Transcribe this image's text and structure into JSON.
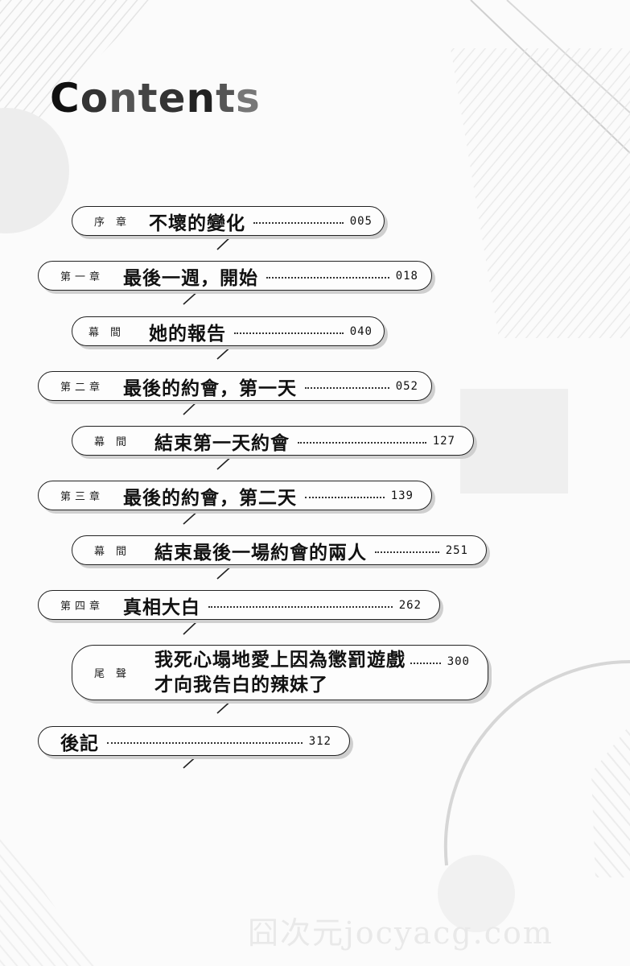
{
  "page": {
    "title_letters": [
      "C",
      "o",
      "n",
      "t",
      "e",
      "n",
      "t",
      "s"
    ]
  },
  "toc": [
    {
      "label": "序章",
      "name": "不壞的變化",
      "page": "005"
    },
    {
      "label": "第一章",
      "name": "最後一週，開始",
      "page": "018"
    },
    {
      "label": "幕間",
      "name": "她的報告",
      "page": "040"
    },
    {
      "label": "第二章",
      "name": "最後的約會，第一天",
      "page": "052"
    },
    {
      "label": "幕間",
      "name": "結束第一天約會",
      "page": "127"
    },
    {
      "label": "第三章",
      "name": "最後的約會，第二天",
      "page": "139"
    },
    {
      "label": "幕間",
      "name": "結束最後一場約會的兩人",
      "page": "251"
    },
    {
      "label": "第四章",
      "name": "真相大白",
      "page": "262"
    },
    {
      "label": "尾聲",
      "name_line1": "我死心塌地愛上因為懲罰遊戲",
      "name_line2": "才向我告白的辣妹了",
      "page": "300"
    },
    {
      "label": "",
      "name": "後記",
      "page": "312"
    }
  ],
  "watermark": "囧次元jocyacg.com"
}
